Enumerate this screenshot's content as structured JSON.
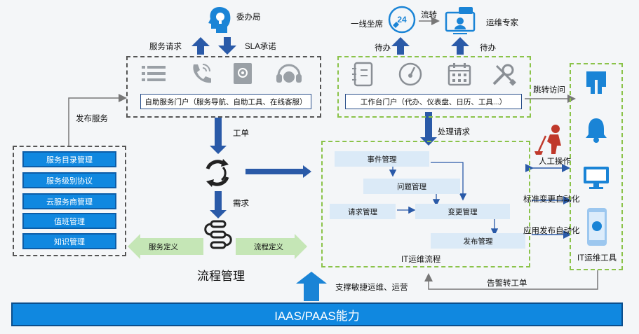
{
  "top": {
    "committee": "委办局",
    "service_request": "服务请求",
    "sla": "SLA承诺",
    "hotline": "一线坐席",
    "transfer": "流转",
    "expert": "运维专家",
    "pending_left": "待办",
    "pending_right": "待办",
    "hotline_badge": "24"
  },
  "portals": {
    "self_service": "自助服务门户（服务导航、自助工具、在线客服）",
    "workbench": "工作台门户（代办、仪表盘、日历、工具...）",
    "jump_access": "跳转访问"
  },
  "left": {
    "publish": "发布服务",
    "services": [
      "服务目录管理",
      "服务级别协议",
      "云服务商管理",
      "值班管理",
      "知识管理"
    ]
  },
  "center": {
    "ticket": "工单",
    "demand": "需求",
    "process_mgmt": "流程管理",
    "service_def": "服务定义",
    "process_def": "流程定义",
    "handle_request": "处理请求"
  },
  "it_flow": {
    "boxes": {
      "event": "事件管理",
      "problem": "问题管理",
      "request": "请求管理",
      "change": "变更管理",
      "release": "发布管理"
    },
    "title": "IT运维流程"
  },
  "right": {
    "manual": "人工操作",
    "std_change": "标准变更自动化",
    "app_release": "应用发布自动化",
    "tools": "IT运维工具",
    "alarm": "告警转工单"
  },
  "bottom": {
    "support": "支撑敏捷运维、运营",
    "iaas": "IAAS/PAAS能力"
  },
  "colors": {
    "primary_blue": "#1088e0",
    "dark_blue": "#2a5aa8",
    "green_dash": "#8bc34a",
    "flow_box": "#dbeaf7"
  }
}
